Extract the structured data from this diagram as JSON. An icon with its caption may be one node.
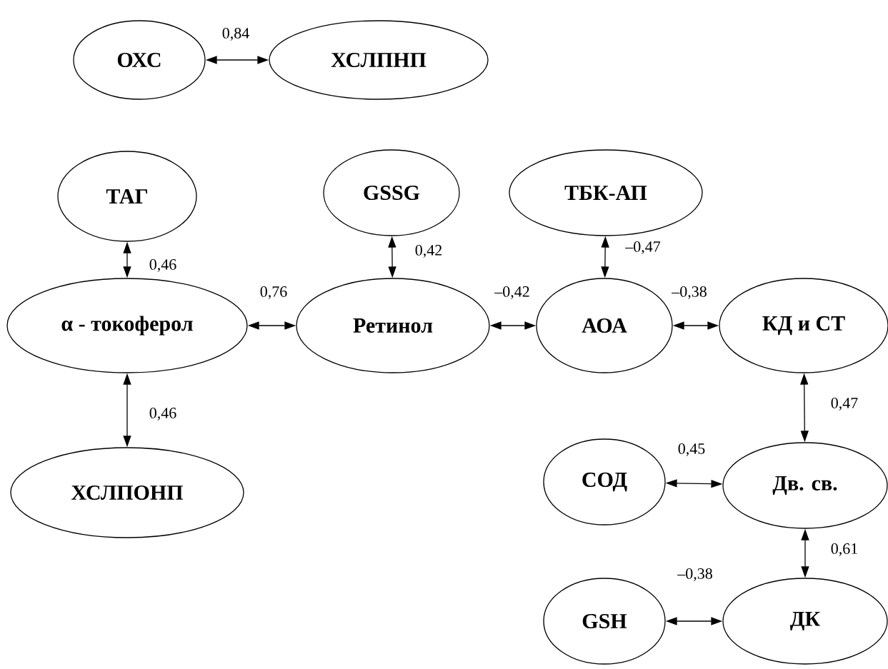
{
  "diagram": {
    "nodes": [
      {
        "text": [
          "ОХС"
        ]
      },
      {
        "text": [
          "ХСЛПНП"
        ]
      },
      {
        "text": [
          "ТАГ"
        ]
      },
      {
        "text": [
          "GSSG"
        ]
      },
      {
        "text": [
          "ТБК-АП"
        ]
      },
      {
        "text": [
          "α - токоферол"
        ]
      },
      {
        "text": [
          "Ретинол"
        ]
      },
      {
        "text": [
          "АОА"
        ]
      },
      {
        "text": [
          "КД и СТ"
        ]
      },
      {
        "text": [
          "ХСЛПОНП"
        ]
      },
      {
        "text": [
          "СОД"
        ]
      },
      {
        "text": [
          "Дв. св."
        ]
      },
      {
        "text": [
          "GSH"
        ]
      },
      {
        "text": [
          "ДК"
        ]
      }
    ],
    "edges": [
      {
        "from": 0,
        "to": 1,
        "arrow": "both",
        "label": "0,84"
      },
      {
        "from": 2,
        "to": 5,
        "arrow": "both",
        "label": "0,46"
      },
      {
        "from": 3,
        "to": 6,
        "arrow": "both",
        "label": "0,42"
      },
      {
        "from": 4,
        "to": 7,
        "arrow": "both",
        "label": "–0,47"
      },
      {
        "from": 5,
        "to": 6,
        "arrow": "both",
        "label": "0,76"
      },
      {
        "from": 6,
        "to": 7,
        "arrow": "both",
        "label": "–0,42"
      },
      {
        "from": 7,
        "to": 8,
        "arrow": "both",
        "label": "–0,38"
      },
      {
        "from": 5,
        "to": 9,
        "arrow": "both",
        "label": "0,46"
      },
      {
        "from": 8,
        "to": 11,
        "arrow": "both",
        "label": "0,47"
      },
      {
        "from": 10,
        "to": 11,
        "arrow": "both",
        "label": "0,45"
      },
      {
        "from": 11,
        "to": 13,
        "arrow": "both",
        "label": "0,61"
      },
      {
        "from": 12,
        "to": 13,
        "arrow": "both",
        "label": "–0,38"
      }
    ]
  }
}
